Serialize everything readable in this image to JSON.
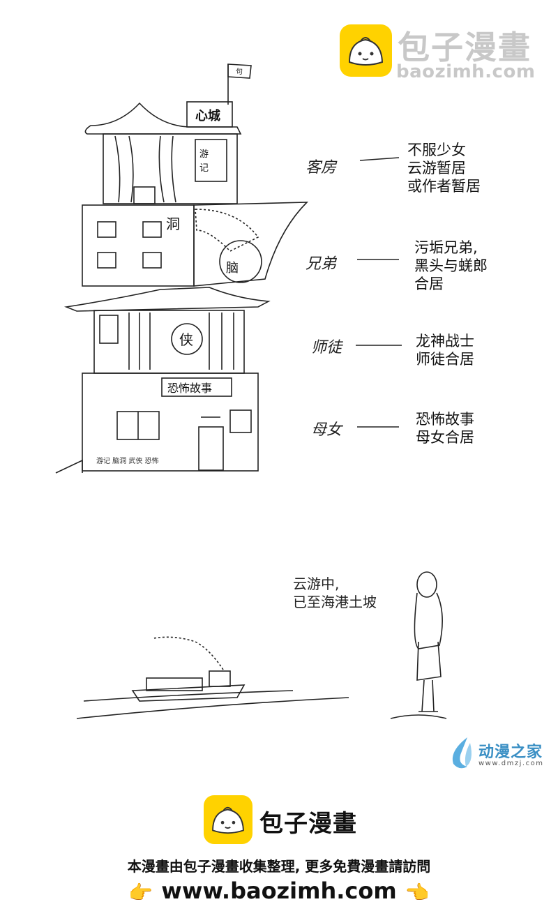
{
  "watermark_top": {
    "brand": "包子漫畫",
    "url": "baozimh.com"
  },
  "building": {
    "roof_sign": "心城",
    "flag_char": "句",
    "floor1_sign": "游\n记",
    "floor2_left": "洞",
    "floor2_right": "脑",
    "floor3": "侠",
    "floor4_sign": "恐怖故事",
    "base_text": "游记  脑洞  武侠  恐怖"
  },
  "legend": [
    {
      "hand": "客房",
      "text": "不服少女\n云游暂居\n或作者暂居"
    },
    {
      "hand": "兄弟",
      "text": "污垢兄弟,\n黑头与蜣郎\n合居"
    },
    {
      "hand": "师徒",
      "text": "龙神战士\n师徒合居"
    },
    {
      "hand": "母女",
      "text": "恐怖故事\n母女合居"
    }
  ],
  "scene_caption": "云游中,\n已至海港土坡",
  "watermark_dmzj": {
    "name": "动漫之家",
    "url": "www.dmzj.com"
  },
  "footer": {
    "brand": "包子漫畫",
    "notice": "本漫畫由包子漫畫收集整理, 更多免費漫畫請訪問",
    "url": "www.baozimh.com",
    "pointer_left": "👉",
    "pointer_right": "👈"
  }
}
